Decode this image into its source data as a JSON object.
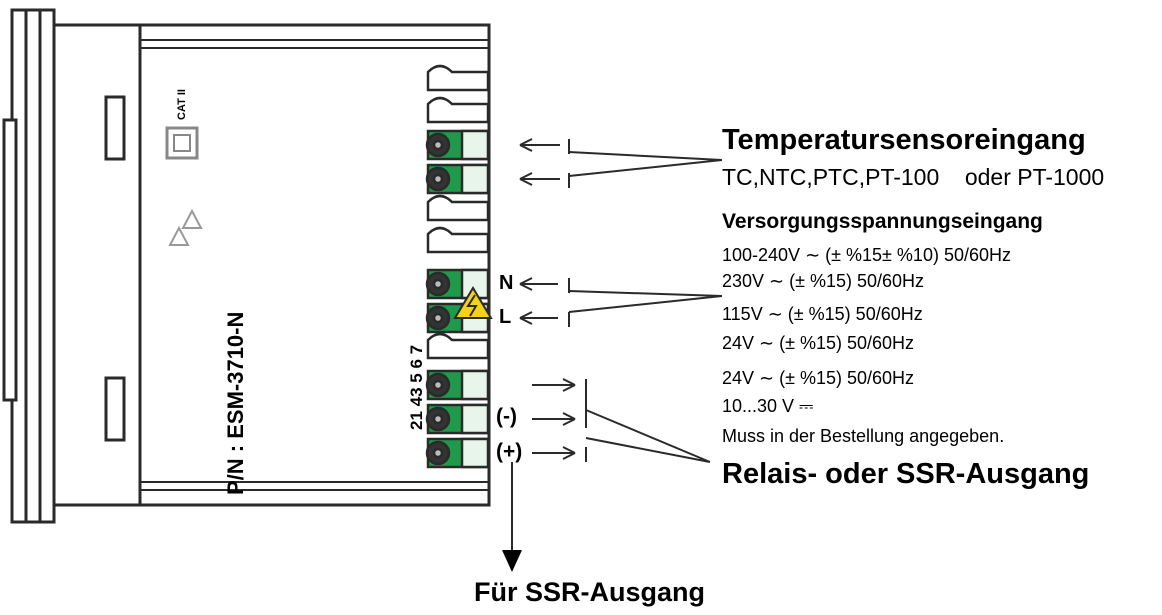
{
  "device": {
    "part_number": "P/N : ESM-3710-N",
    "cat_label": "CAT II",
    "terminal_numbers": "21 43 5 6 7",
    "label_n": "N",
    "label_l": "L",
    "label_minus": "(-)",
    "label_plus": "(+)"
  },
  "sensor_input": {
    "title": "Temperatursensoreingang",
    "types": "TC,NTC,PTC,PT-100    oder PT-1000"
  },
  "supply_input": {
    "title": "Versorgungsspannungseingang",
    "lines": [
      "100-240V ∼ (± %15± %10) 50/60Hz",
      "230V ∼ (± %15) 50/60Hz",
      "115V ∼ (± %15) 50/60Hz",
      "24V ∼ (± %15) 50/60Hz",
      "24V ∼ (± %15) 50/60Hz",
      "10...30 V ⎓",
      "Muss in der Bestellung angegeben."
    ]
  },
  "relay_output": {
    "title": "Relais- oder SSR-Ausgang"
  },
  "ssr_output": {
    "title": "Für SSR-Ausgang"
  },
  "colors": {
    "terminal_green": "#1f9a4a",
    "warning_yellow": "#f2d21a",
    "outline": "#2a2a2a"
  }
}
